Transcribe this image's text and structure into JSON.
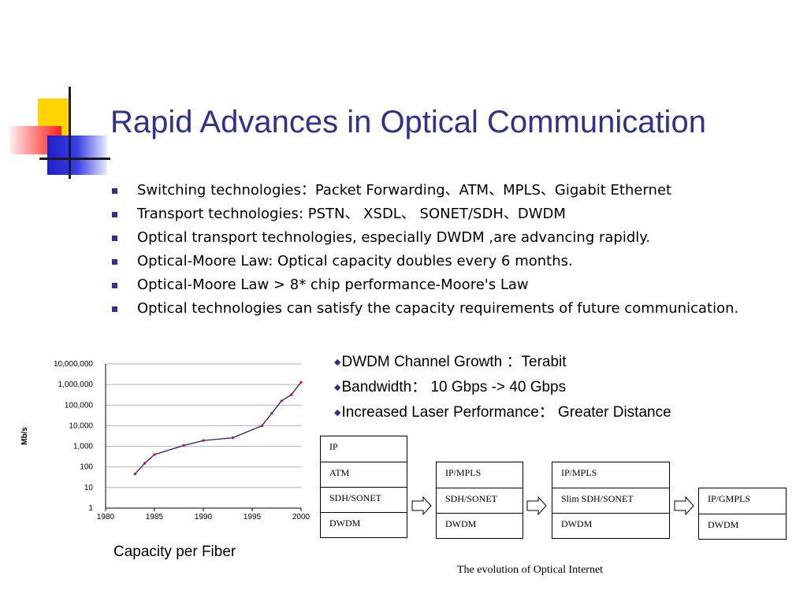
{
  "slide": {
    "title": "Rapid Advances in Optical Communication",
    "accent_color": "#2e3192",
    "bullets": [
      "Switching technologies：Packet Forwarding、ATM、MPLS、Gigabit Ethernet",
      "Transport technologies: PSTN、 XSDL、 SONET/SDH、DWDM",
      "Optical transport technologies, especially DWDM ,are advancing rapidly.",
      "Optical-Moore Law: Optical capacity doubles every 6 months.",
      "Optical-Moore Law > 8* chip performance-Moore's Law",
      "Optical technologies can satisfy the capacity requirements of future communication."
    ],
    "sub_bullets": [
      "DWDM Channel Growth ：Terabit",
      "Bandwidth： 10 Gbps -> 40 Gbps",
      "Increased Laser Performance： Greater Distance"
    ],
    "chart_caption": "Capacity per Fiber",
    "evolution_caption": "The evolution of Optical Internet",
    "stacks": [
      {
        "layers": [
          "IP",
          "ATM",
          "SDH/SONET",
          "DWDM"
        ]
      },
      {
        "layers": [
          "IP/MPLS",
          "SDH/SONET",
          "DWDM"
        ]
      },
      {
        "layers": [
          "IP/MPLS",
          "Slim SDH/SONET",
          "DWDM"
        ]
      },
      {
        "layers": [
          "IP/GMPLS",
          "DWDM"
        ]
      }
    ]
  },
  "chart_data": {
    "type": "line",
    "title": "",
    "xlabel": "",
    "ylabel": "Mb/s",
    "y_scale": "log",
    "xlim": [
      1980,
      2000
    ],
    "ylim": [
      1,
      10000000
    ],
    "x_ticks": [
      "1980",
      "1985",
      "1990",
      "1995",
      "2000"
    ],
    "y_ticks": [
      "1",
      "10",
      "100",
      "1,000",
      "10,000",
      "100,000",
      "1,000,000",
      "10,000,000"
    ],
    "grid": "horizontal",
    "line_color": "#1f1f7a",
    "marker_color": "#cc0066",
    "series": [
      {
        "x": [
          1983,
          1984,
          1985,
          1988,
          1990,
          1993,
          1996,
          1997,
          1998,
          1999,
          2000
        ],
        "y": [
          45,
          150,
          400,
          1100,
          1900,
          2600,
          10000,
          40000,
          160000,
          320000,
          1300000
        ]
      }
    ]
  }
}
